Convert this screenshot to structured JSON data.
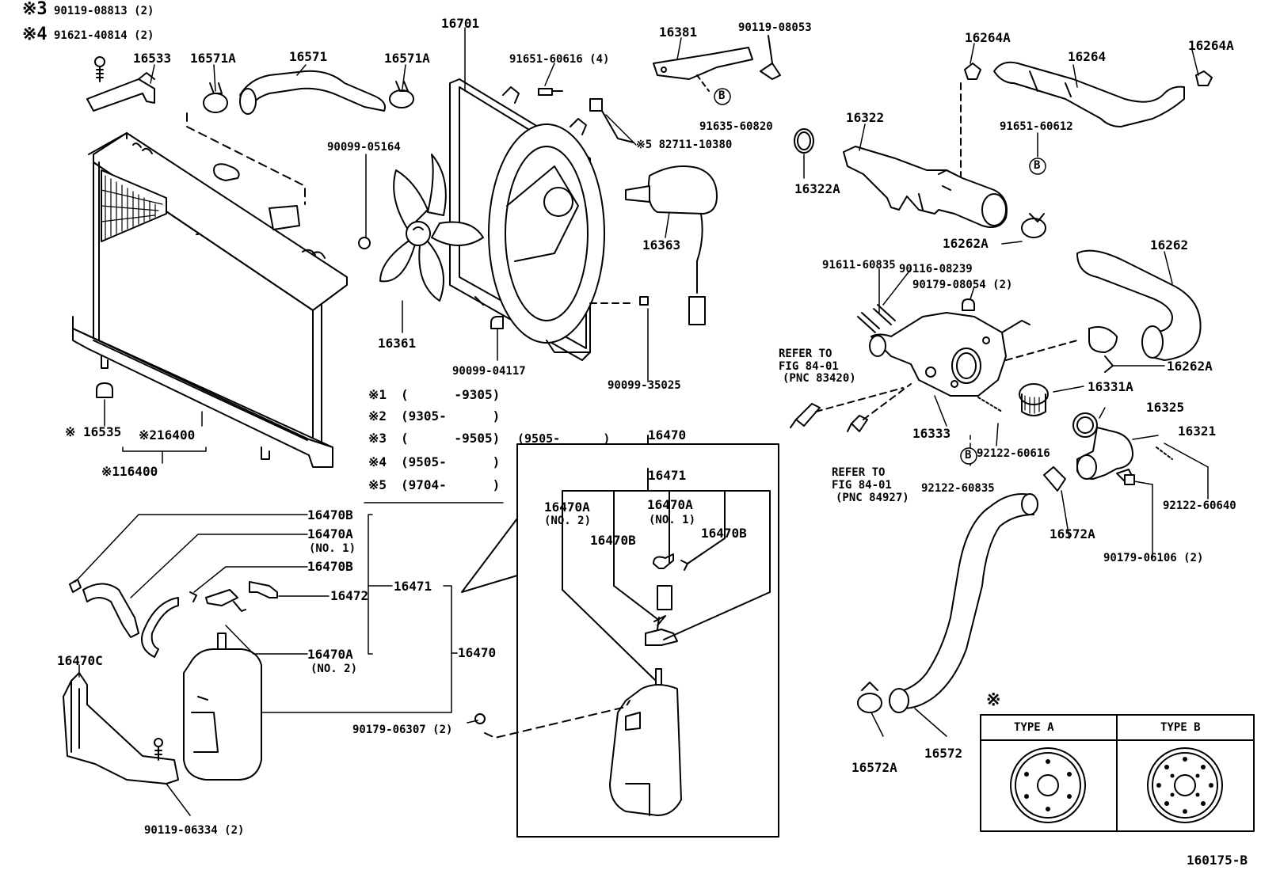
{
  "notes": {
    "n3": "※3",
    "n3_part": "90119-08813 (2)",
    "n4": "※4",
    "n4_part": "91621-40814 (2)"
  },
  "labels": {
    "p16533": "16533",
    "p16571A_l": "16571A",
    "p16571": "16571",
    "p16571A_r": "16571A",
    "p16701": "16701",
    "p91651_60616": "91651-60616 (4)",
    "p16381": "16381",
    "p90119_08053": "90119-08053",
    "p16264A_l": "16264A",
    "p16264": "16264",
    "p16264A_r": "16264A",
    "p91635_60820": "91635-60820",
    "p82711": "※5 82711-10380",
    "p90099_05164": "90099-05164",
    "p16363": "16363",
    "p16361": "16361",
    "p90099_04117": "90099-04117",
    "p90099_35025": "90099-35025",
    "p16322": "16322",
    "p16322A": "16322A",
    "p91651_60612": "91651-60612",
    "p16262A_t": "16262A",
    "p16262": "16262",
    "p91611": "91611-60835",
    "p90116": "90116-08239",
    "p90179_08054": "90179-08054 (2)",
    "refer1_a": "REFER TO",
    "refer1_b": "FIG 84-01",
    "refer1_c": "(PNC 83420)",
    "p16262A_b": "16262A",
    "p16331A": "16331A",
    "p16325": "16325",
    "p16321": "16321",
    "p16333": "16333",
    "p92122_60616": "92122-60616",
    "p92122_60835": "92122-60835",
    "refer2_a": "REFER TO",
    "refer2_b": "FIG 84-01",
    "refer2_c": "(PNC 84927)",
    "p92122_60640": "92122-60640",
    "p16572A_r": "16572A",
    "p90179_06106": "90179-06106 (2)",
    "p16535": "※ 16535",
    "p216400": "※216400",
    "p116400": "※116400",
    "p16470_box": "16470",
    "p16471_box": "16471",
    "p16470A_no2_box": "16470A",
    "p16470A_no2_box_sub": "(NO. 2)",
    "p16470A_no1_box": "16470A",
    "p16470A_no1_box_sub": "(NO. 1)",
    "p16470B_box_l": "16470B",
    "p16470B_box_r": "16470B",
    "p16470B_1": "16470B",
    "p16470A_1": "16470A",
    "p16470A_1_sub": "(NO. 1)",
    "p16470B_2": "16470B",
    "p16472": "16472",
    "p16471": "16471",
    "p16470": "16470",
    "p16470A_2": "16470A",
    "p16470A_2_sub": "(NO. 2)",
    "p16470C": "16470C",
    "p90179_06307": "90179-06307 (2)",
    "p90119_06334": "90119-06334 (2)",
    "p16572A_b": "16572A",
    "p16572": "16572",
    "footer": "160175-B",
    "circle_b": "B"
  },
  "legend": [
    {
      "mark": "※1",
      "range": "(      -9305)"
    },
    {
      "mark": "※2",
      "range": "(9305-      )"
    },
    {
      "mark": "※3",
      "range": "(      -9505)"
    },
    {
      "mark": "※4",
      "range": "(9505-      )"
    },
    {
      "mark": "※5",
      "range": "(9704-      )"
    }
  ],
  "legend_extra": "(9505-      )",
  "type_table": {
    "marker": "※",
    "type_a": "TYPE A",
    "type_b": "TYPE B"
  }
}
